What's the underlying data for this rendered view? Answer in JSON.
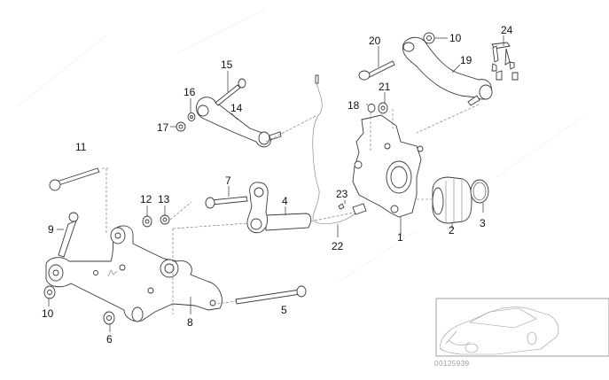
{
  "diagram": {
    "title": "Rear axle suspension parts diagram",
    "diagram_code": "00125939",
    "callouts": [
      {
        "id": "c1",
        "label": "1",
        "part": "wheel-carrier"
      },
      {
        "id": "c2",
        "label": "2",
        "part": "wheel-bearing"
      },
      {
        "id": "c3",
        "label": "3",
        "part": "circlip"
      },
      {
        "id": "c4",
        "label": "4",
        "part": "bushing-link"
      },
      {
        "id": "c5",
        "label": "5",
        "part": "long-bolt"
      },
      {
        "id": "c6",
        "label": "6",
        "part": "nut"
      },
      {
        "id": "c7",
        "label": "7",
        "part": "bolt"
      },
      {
        "id": "c8",
        "label": "8",
        "part": "rear-axle-carrier"
      },
      {
        "id": "c9",
        "label": "9",
        "part": "bolt"
      },
      {
        "id": "c10a",
        "label": "10",
        "part": "nut"
      },
      {
        "id": "c10b",
        "label": "10",
        "part": "nut"
      },
      {
        "id": "c11",
        "label": "11",
        "part": "bolt"
      },
      {
        "id": "c12",
        "label": "12",
        "part": "washer"
      },
      {
        "id": "c13",
        "label": "13",
        "part": "nut"
      },
      {
        "id": "c14",
        "label": "14",
        "part": "control-arm"
      },
      {
        "id": "c15",
        "label": "15",
        "part": "bolt"
      },
      {
        "id": "c16",
        "label": "16",
        "part": "washer"
      },
      {
        "id": "c17",
        "label": "17",
        "part": "nut"
      },
      {
        "id": "c18",
        "label": "18",
        "part": "washer"
      },
      {
        "id": "c19",
        "label": "19",
        "part": "upper-control-arm"
      },
      {
        "id": "c20",
        "label": "20",
        "part": "bolt"
      },
      {
        "id": "c21",
        "label": "21",
        "part": "nut"
      },
      {
        "id": "c22",
        "label": "22",
        "part": "abs-sensor"
      },
      {
        "id": "c23",
        "label": "23",
        "part": "screw"
      },
      {
        "id": "c24",
        "label": "24",
        "part": "brackets-set"
      }
    ]
  }
}
